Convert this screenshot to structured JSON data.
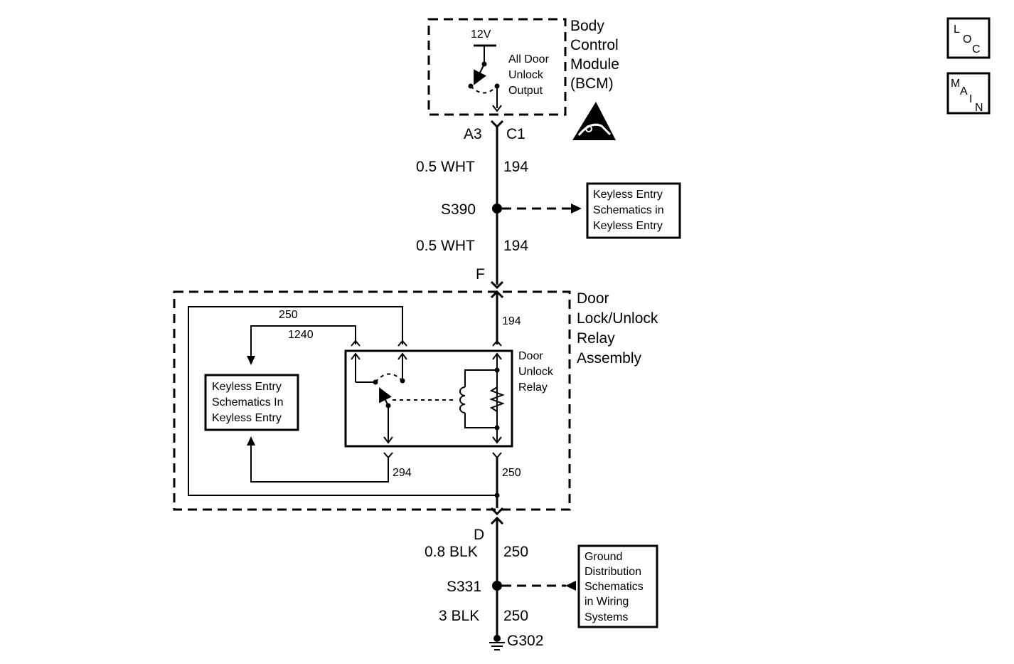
{
  "nav": {
    "loc_letters": [
      "L",
      "O",
      "C"
    ],
    "main_letters": [
      "M",
      "A",
      "I",
      "N"
    ]
  },
  "bcm": {
    "title_lines": [
      "Body",
      "Control",
      "Module",
      "(BCM)"
    ],
    "supply": "12V",
    "output_lines": [
      "All Door",
      "Unlock",
      "Output"
    ],
    "esd_icon": "esd-warning-icon"
  },
  "connectors": {
    "bcm_pin": "A3",
    "bcm_connector": "C1",
    "relay_in_pin": "F",
    "relay_out_pin": "D"
  },
  "wires": {
    "upper_1": {
      "gauge_color": "0.5 WHT",
      "circuit": "194"
    },
    "upper_2": {
      "gauge_color": "0.5 WHT",
      "circuit": "194"
    },
    "lower_1": {
      "gauge_color": "0.8 BLK",
      "circuit": "250"
    },
    "lower_2": {
      "gauge_color": "3 BLK",
      "circuit": "250"
    }
  },
  "splices": {
    "upper": "S390",
    "lower": "S331"
  },
  "ground": "G302",
  "refs": {
    "keyless_right": [
      "Keyless Entry",
      "Schematics in",
      "Keyless Entry"
    ],
    "keyless_left": [
      "Keyless Entry",
      "Schematics In",
      "Keyless Entry"
    ],
    "ground_dist": [
      "Ground",
      "Distribution",
      "Schematics",
      "in Wiring",
      "Systems"
    ]
  },
  "relay_assembly": {
    "title_lines": [
      "Door",
      "Lock/Unlock",
      "Relay",
      "Assembly"
    ],
    "relay_name": [
      "Door",
      "Unlock",
      "Relay"
    ],
    "circuits": {
      "feed": "194",
      "c250_top": "250",
      "c1240": "1240",
      "c294": "294",
      "c250_bottom": "250"
    }
  }
}
